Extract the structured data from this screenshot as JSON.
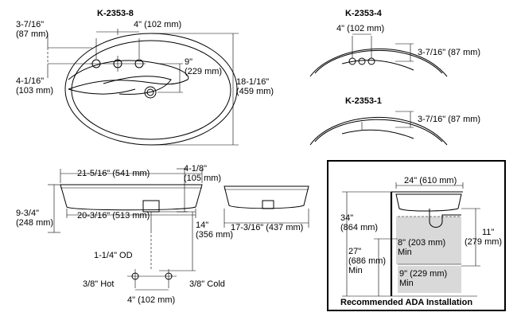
{
  "models": {
    "main": "K-2353-8",
    "top_right": "K-2353-4",
    "mid_right": "K-2353-1"
  },
  "top_view": {
    "d1": "3-7/16\"",
    "d1_mm": "(87 mm)",
    "d2": "4\" (102 mm)",
    "d3": "9\"",
    "d3_mm": "(229 mm)",
    "d4": "18-1/16\"",
    "d4_mm": "(459 mm)",
    "d5": "4-1/16\"",
    "d5_mm": "(103 mm)"
  },
  "k4": {
    "spread": "4\" (102 mm)",
    "depth": "3-7/16\" (87 mm)"
  },
  "k1": {
    "depth": "3-7/16\" (87 mm)"
  },
  "front_view": {
    "width": "21-5/16\" (541 mm)",
    "height_top": "4-1/8\"",
    "height_top_mm": "(105 mm)",
    "inner": "20-3/16\" (513 mm)",
    "total_h": "9-3/4\"",
    "total_h_mm": "(248 mm)",
    "drain_h": "14\"",
    "drain_h_mm": "(356 mm)",
    "od": "1-1/4\" OD",
    "hot": "3/8\" Hot",
    "cold": "3/8\" Cold",
    "supply": "4\" (102 mm)"
  },
  "side_view": {
    "depth": "17-3/16\" (437 mm)"
  },
  "ada": {
    "width": "24\" (610 mm)",
    "h34": "34\"",
    "h34_mm": "(864 mm)",
    "h27": "27\"",
    "h27_mm": "(686 mm)",
    "h27_min": "Min",
    "d8": "8\" (203 mm)",
    "d8_min": "Min",
    "d11": "11\"",
    "d11_mm": "(279 mm)",
    "d9": "9\" (229 mm)",
    "d9_min": "Min",
    "caption": "Recommended ADA Installation"
  }
}
